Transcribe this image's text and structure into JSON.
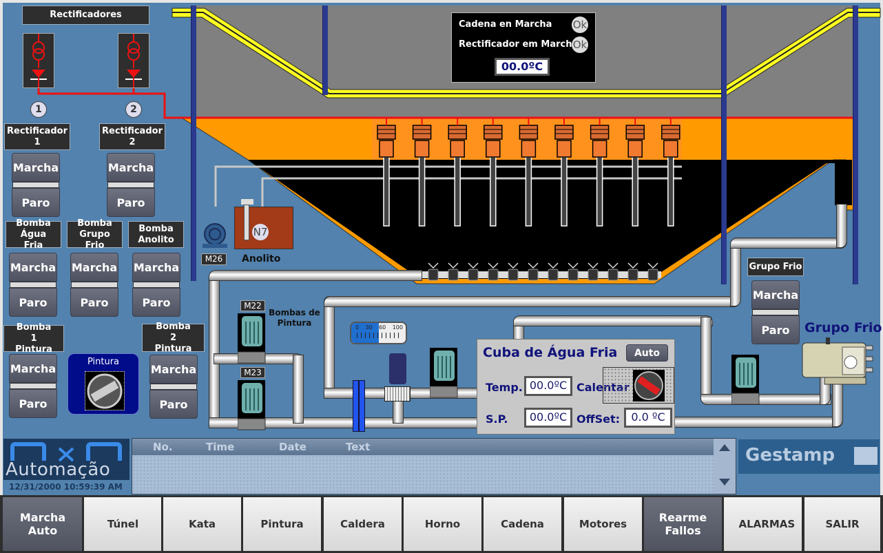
{
  "rectifiers": {
    "title": "Rectificadores",
    "units": [
      {
        "number": "1",
        "label": "Rectificador 1",
        "start": "Marcha",
        "stop": "Paro"
      },
      {
        "number": "2",
        "label": "Rectificador 2",
        "start": "Marcha",
        "stop": "Paro"
      }
    ]
  },
  "pumps": [
    {
      "label": "Bomba Água Fria",
      "start": "Marcha",
      "stop": "Paro"
    },
    {
      "label": "Bomba Grupo Frio",
      "start": "Marcha",
      "stop": "Paro"
    },
    {
      "label": "Bomba Anolito",
      "start": "Marcha",
      "stop": "Paro"
    },
    {
      "label": "Bomba 1 Pintura",
      "start": "Marcha",
      "stop": "Paro"
    },
    {
      "label": "Bomba 2 Pintura",
      "start": "Marcha",
      "stop": "Paro"
    }
  ],
  "paint_selector": {
    "label": "Pintura"
  },
  "status_panel": {
    "chain_running_label": "Cadena en Marcha",
    "chain_running_status": "Ok",
    "rectifier_running_label": "Rectificador em Marcha",
    "rectifier_running_status": "Ok",
    "temperature": "00.0ºC"
  },
  "process": {
    "anolyte_label": "Anolito",
    "anolyte_level_tag": "N7",
    "motor_tags": {
      "anolyte_pump": "M26",
      "paint_pump_1": "M22",
      "paint_pump_2": "M23"
    },
    "paint_pumps_label": "Bombas de Pintura",
    "gauge": {
      "ticks": [
        "0",
        "30",
        "60",
        "100"
      ],
      "value_percent": 50
    },
    "electrode_count": 9,
    "nozzle_count": 12
  },
  "chiller": {
    "label": "Grupo Frio",
    "title": "Grupo Frio",
    "start": "Marcha",
    "stop": "Paro"
  },
  "cold_tank": {
    "title": "Cuba de Água Fria",
    "mode_button": "Auto",
    "temp_label": "Temp.",
    "temp_value": "00.0ºC",
    "heat_label": "Calentar",
    "sp_label": "S.P.",
    "sp_value": "00.0ºC",
    "offset_label": "OffSet:",
    "offset_value": "0.0 ºC"
  },
  "footer": {
    "logo_text": "Automação",
    "datetime": "12/31/2000 10:59:39 AM",
    "alarm_columns": [
      "No.",
      "Time",
      "Date",
      "Text"
    ],
    "brand": "Gestamp"
  },
  "nav": [
    {
      "label": "Marcha Auto",
      "active": true
    },
    {
      "label": "Túnel"
    },
    {
      "label": "Kata"
    },
    {
      "label": "Pintura"
    },
    {
      "label": "Caldera"
    },
    {
      "label": "Horno"
    },
    {
      "label": "Cadena"
    },
    {
      "label": "Motores"
    },
    {
      "label": "Rearme Fallos",
      "active": true
    },
    {
      "label": "ALARMAS"
    },
    {
      "label": "SALIR"
    }
  ],
  "colors": {
    "background": "#5282ad",
    "tank_orange": "#ff9b00",
    "power_line": "#ee1111",
    "conveyor": "#ffff22",
    "label_dark": "#2e2e2e",
    "text_navy": "#10137a"
  }
}
